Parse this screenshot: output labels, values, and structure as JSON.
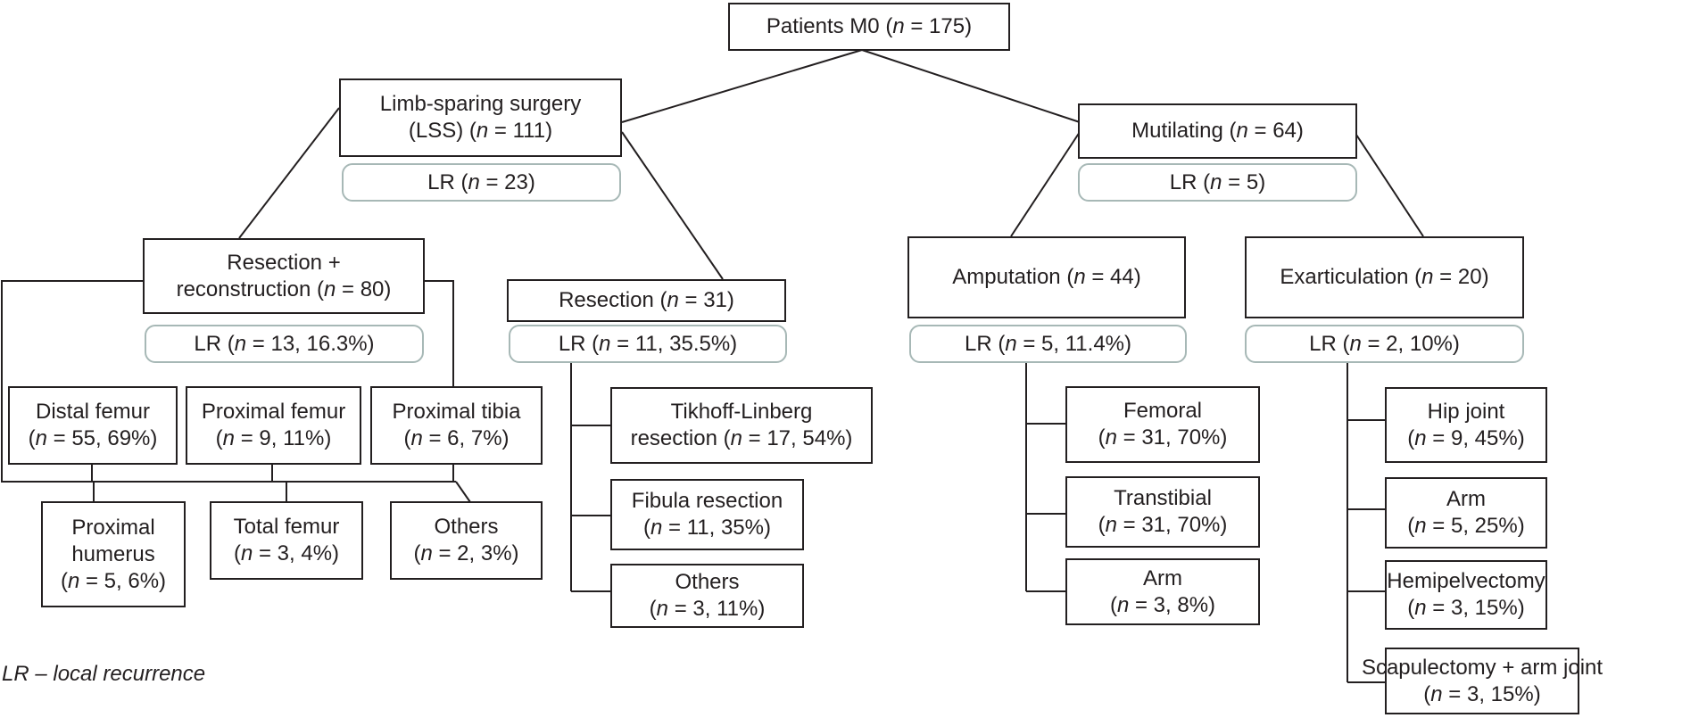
{
  "nodes": {
    "root": {
      "lines": [
        [
          "Patients M0 (",
          {
            "i": "n"
          },
          " = 175)"
        ]
      ]
    },
    "lss": {
      "lines": [
        [
          "Limb-sparing surgery"
        ],
        [
          "(LSS) (",
          {
            "i": "n"
          },
          " = 111)"
        ]
      ]
    },
    "lss_lr": {
      "lines": [
        [
          "LR (",
          {
            "i": "n"
          },
          " = 23)"
        ]
      ]
    },
    "mut": {
      "lines": [
        [
          "Mutilating (",
          {
            "i": "n"
          },
          " = 64)"
        ]
      ]
    },
    "mut_lr": {
      "lines": [
        [
          "LR (",
          {
            "i": "n"
          },
          " = 5)"
        ]
      ]
    },
    "resrec": {
      "lines": [
        [
          "Resection +"
        ],
        [
          "reconstruction (",
          {
            "i": "n"
          },
          " = 80)"
        ]
      ]
    },
    "resrec_lr": {
      "lines": [
        [
          "LR (",
          {
            "i": "n"
          },
          " = 13, 16.3%)"
        ]
      ]
    },
    "res": {
      "lines": [
        [
          "Resection (",
          {
            "i": "n"
          },
          " = 31)"
        ]
      ]
    },
    "res_lr": {
      "lines": [
        [
          "LR (",
          {
            "i": "n"
          },
          " = 11, 35.5%)"
        ]
      ]
    },
    "amp": {
      "lines": [
        [
          "Amputation (",
          {
            "i": "n"
          },
          " = 44)"
        ]
      ]
    },
    "amp_lr": {
      "lines": [
        [
          "LR (",
          {
            "i": "n"
          },
          " = 5, 11.4%)"
        ]
      ]
    },
    "exa": {
      "lines": [
        [
          "Exarticulation (",
          {
            "i": "n"
          },
          " = 20)"
        ]
      ]
    },
    "exa_lr": {
      "lines": [
        [
          "LR (",
          {
            "i": "n"
          },
          " = 2, 10%)"
        ]
      ]
    },
    "distal_femur": {
      "lines": [
        [
          "Distal femur"
        ],
        [
          "(",
          {
            "i": "n"
          },
          " = 55, 69%)"
        ]
      ]
    },
    "proximal_femur": {
      "lines": [
        [
          "Proximal femur"
        ],
        [
          "(",
          {
            "i": "n"
          },
          " = 9, 11%)"
        ]
      ]
    },
    "proximal_tibia": {
      "lines": [
        [
          "Proximal tibia"
        ],
        [
          "(",
          {
            "i": "n"
          },
          " = 6, 7%)"
        ]
      ]
    },
    "proximal_humerus": {
      "lines": [
        [
          "Proximal"
        ],
        [
          "humerus"
        ],
        [
          "(",
          {
            "i": "n"
          },
          " = 5, 6%)"
        ]
      ]
    },
    "total_femur": {
      "lines": [
        [
          "Total femur"
        ],
        [
          "(",
          {
            "i": "n"
          },
          " = 3, 4%)"
        ]
      ]
    },
    "others_rr": {
      "lines": [
        [
          "Others"
        ],
        [
          "(",
          {
            "i": "n"
          },
          " = 2, 3%)"
        ]
      ]
    },
    "tikhoff": {
      "lines": [
        [
          "Tikhoff-Linberg"
        ],
        [
          "resection (",
          {
            "i": "n"
          },
          " = 17, 54%)"
        ]
      ]
    },
    "fibula": {
      "lines": [
        [
          "Fibula resection"
        ],
        [
          "(",
          {
            "i": "n"
          },
          " = 11, 35%)"
        ]
      ]
    },
    "others_res": {
      "lines": [
        [
          "Others"
        ],
        [
          "(",
          {
            "i": "n"
          },
          " = 3, 11%)"
        ]
      ]
    },
    "femoral": {
      "lines": [
        [
          "Femoral"
        ],
        [
          "(",
          {
            "i": "n"
          },
          " = 31, 70%)"
        ]
      ]
    },
    "transtibial": {
      "lines": [
        [
          "Transtibial"
        ],
        [
          "(",
          {
            "i": "n"
          },
          " = 31, 70%)"
        ]
      ]
    },
    "arm_amp": {
      "lines": [
        [
          "Arm"
        ],
        [
          "(",
          {
            "i": "n"
          },
          " = 3, 8%)"
        ]
      ]
    },
    "hip": {
      "lines": [
        [
          "Hip joint"
        ],
        [
          "(",
          {
            "i": "n"
          },
          " = 9, 45%)"
        ]
      ]
    },
    "arm_exa": {
      "lines": [
        [
          "Arm"
        ],
        [
          "(",
          {
            "i": "n"
          },
          " = 5, 25%)"
        ]
      ]
    },
    "hemi": {
      "lines": [
        [
          "Hemipelvectomy"
        ],
        [
          "(",
          {
            "i": "n"
          },
          " = 3, 15%)"
        ]
      ]
    },
    "scap": {
      "lines": [
        [
          "Scapulectomy + arm joint"
        ],
        [
          "(",
          {
            "i": "n"
          },
          " = 3, 15%)"
        ]
      ]
    }
  },
  "footnote": "LR – local recurrence"
}
